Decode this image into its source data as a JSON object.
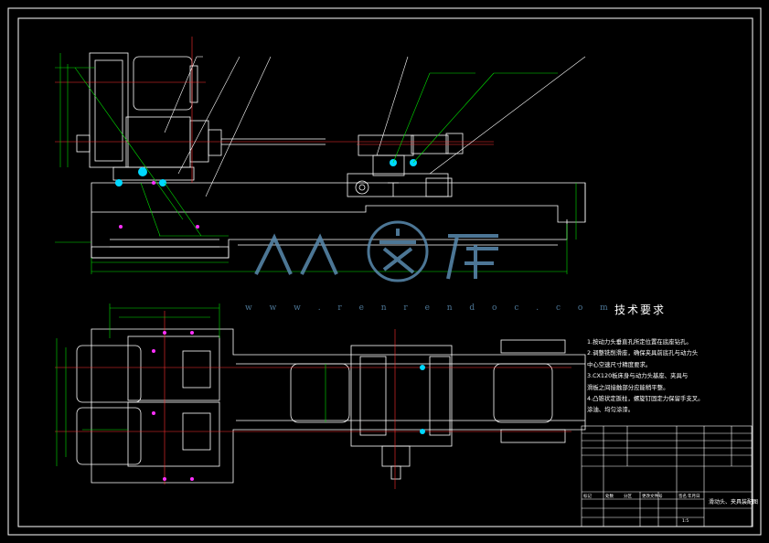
{
  "technical_requirements": {
    "title": "技术要求",
    "items": [
      "1.按动力头垂直孔所定位置在底座钻孔。",
      "2.调整铣削滑座，确保夹具前底孔与动力头",
      "中心空速尺寸精度要求。",
      "3.CX120板床身与动力头基座、夹具与",
      "滑板之间接触部分应能稍平整。",
      "4.凸锥状定扳柱，螺旋钉固定力保留手支叉。",
      "涂油、均匀涂漆。"
    ]
  },
  "watermark": {
    "url": "w w w . r e n r e n d o c . c o m"
  },
  "title_block": {
    "drawing_title": "滑动头、夹具装配图",
    "row_labels": [
      "标记",
      "处数",
      "分区",
      "更改文件号",
      "签名",
      "年月日"
    ],
    "scale": "1:5"
  },
  "colors": {
    "frame": "#ffffff",
    "outline": "#ffffff",
    "centerline": "#ff3030",
    "dimension": "#00e000",
    "leader": "#00e000",
    "watermark": "#5a8bb0",
    "hatch": "#ff30ff",
    "highlight_cyan": "#00d8ff"
  }
}
